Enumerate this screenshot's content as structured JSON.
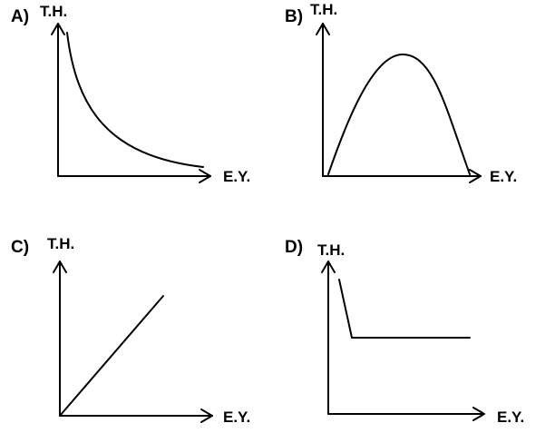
{
  "panels": [
    {
      "letter": "A)",
      "y_label": "T.H.",
      "x_label": "E.Y.",
      "curve": "decreasing-convex"
    },
    {
      "letter": "B)",
      "y_label": "T.H.",
      "x_label": "E.Y.",
      "curve": "rise-then-fall"
    },
    {
      "letter": "C)",
      "y_label": "T.H.",
      "x_label": "E.Y.",
      "curve": "linear-increasing"
    },
    {
      "letter": "D)",
      "y_label": "T.H.",
      "x_label": "E.Y.",
      "curve": "sharp-drop-then-constant"
    }
  ],
  "colors": {
    "ink": "#000000",
    "background": "#ffffff"
  }
}
